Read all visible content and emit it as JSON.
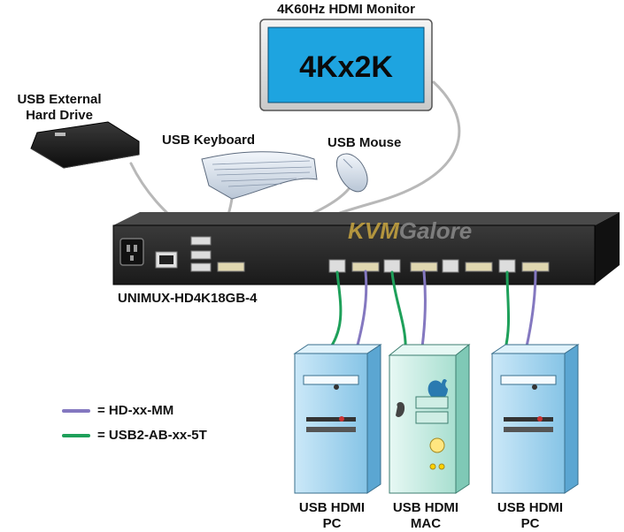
{
  "devices": {
    "monitor": {
      "label": "4K60Hz HDMI Monitor",
      "screen_text": "4Kx2K"
    },
    "hard_drive": {
      "label_line1": "USB External",
      "label_line2": "Hard Drive"
    },
    "keyboard": {
      "label": "USB Keyboard"
    },
    "mouse": {
      "label": "USB Mouse"
    },
    "switch": {
      "model": "UNIMUX-HD4K18GB-4",
      "watermark": "KVMGalore",
      "watermark_a": "KVM",
      "watermark_b": "Galore"
    }
  },
  "computers": [
    {
      "line1": "USB HDMI",
      "line2": "PC"
    },
    {
      "line1": "USB HDMI",
      "line2": "MAC"
    },
    {
      "line1": "USB HDMI",
      "line2": "PC"
    }
  ],
  "legend": [
    {
      "color": "#8478c0",
      "label": "= HD-xx-MM"
    },
    {
      "color": "#1ea05a",
      "label": "= USB2-AB-xx-5T"
    }
  ],
  "colors": {
    "hdmi_cable": "#8478c0",
    "usb_cable": "#1ea05a",
    "gray_cable": "#b8b8b8",
    "monitor_screen": "#1ea4e0",
    "computer_body": "#9fd3ef"
  }
}
